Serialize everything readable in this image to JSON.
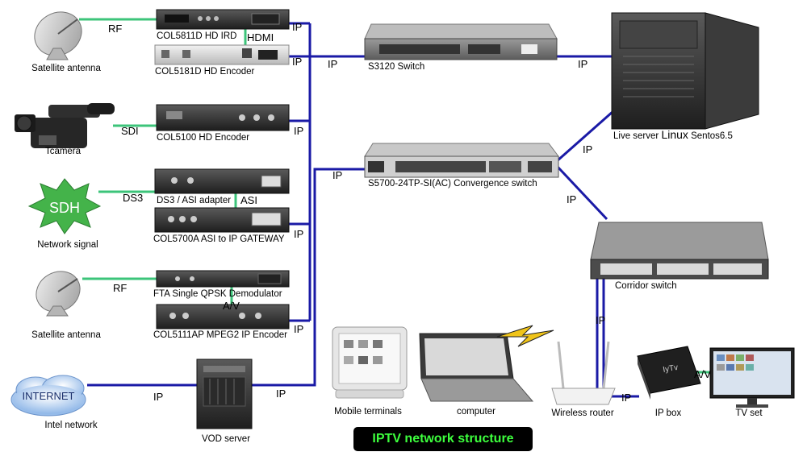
{
  "title": "IPTV network structure",
  "devices": {
    "satellite_antenna_1": "Satellite antenna",
    "tcamera": "Tcamera",
    "sdh_burst": "SDH",
    "network_signal": "Network signal",
    "satellite_antenna_2": "Satellite antenna",
    "internet_cloud": "INTERNET",
    "intel_network": "Intel network",
    "col5811d": "COL5811D HD IRD",
    "col5181d": "COL5181D HD Encoder",
    "col5100": "COL5100 HD Encoder",
    "ds3_asi_adapter": "DS3 / ASI adapter",
    "col5700a": "COL5700A ASI to IP GATEWAY",
    "fta_demod": "FTA Single QPSK Demodulator",
    "col5111ap": "COL5111AP MPEG2 IP Encoder",
    "vod_server": "VOD server",
    "s3120_switch": "S3120 Switch",
    "s5700_switch": "S5700-24TP-SI(AC) Convergence switch",
    "live_server_prefix": "Live server ",
    "live_server_os": "Linux",
    "live_server_suffix": " Sentos6.5",
    "corridor_switch": "Corridor switch",
    "mobile_terminals": "Mobile terminals",
    "computer": "computer",
    "wireless_router": "Wireless router",
    "ip_box": "IP box",
    "ip_box_brand": "IyTv",
    "tv_set": "TV set"
  },
  "links": {
    "rf_1": "RF",
    "hdmi": "HDMI",
    "sdi": "SDI",
    "ds3": "DS3",
    "asi": "ASI",
    "rf_2": "RF",
    "av_1": "A/V",
    "ip_col5811d": "IP",
    "ip_col5181d": "IP",
    "ip_to_s3120": "IP",
    "ip_col5100": "IP",
    "ip_col5700a": "IP",
    "ip_col5111ap": "IP",
    "ip_to_s5700": "IP",
    "ip_internet": "IP",
    "ip_vod": "IP",
    "ip_s3120_live": "IP",
    "ip_s5700_live": "IP",
    "ip_s5700_corridor": "IP",
    "ip_corridor_router": "IP",
    "ip_router_box": "IP",
    "av_2": "A/V"
  },
  "colors": {
    "ip_line": "#1a1aa6",
    "signal_line": "#3cc47a",
    "title_bg": "#000000",
    "title_text": "#3dff3d",
    "sdh_fill": "#44b34a"
  }
}
